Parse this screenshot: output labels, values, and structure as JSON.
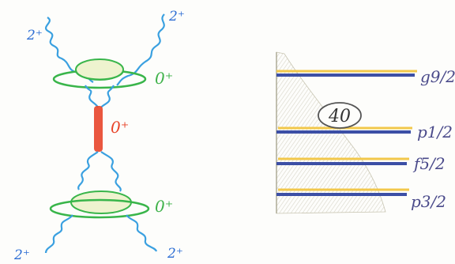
{
  "left_diagram": {
    "labels": {
      "top_left": "2⁺",
      "top_right": "2⁺",
      "top_disk": "0⁺",
      "middle": "0⁺",
      "bottom_disk": "0⁺",
      "bottom_left": "2⁺",
      "bottom_right": "2⁺"
    },
    "colors": {
      "wave": "#3aa0e0",
      "disk_outline": "#39b54a",
      "disk_fill": "#eef3cf",
      "bar": "#e8452a"
    }
  },
  "right_diagram": {
    "circle_label": "40",
    "levels": [
      {
        "label": "g9/2"
      },
      {
        "label": "p1/2"
      },
      {
        "label": "f5/2"
      },
      {
        "label": "p3/2"
      }
    ],
    "colors": {
      "level_line": "#3c4fa5",
      "level_highlight": "#f2c84b",
      "shading": "#b7b49f"
    }
  }
}
